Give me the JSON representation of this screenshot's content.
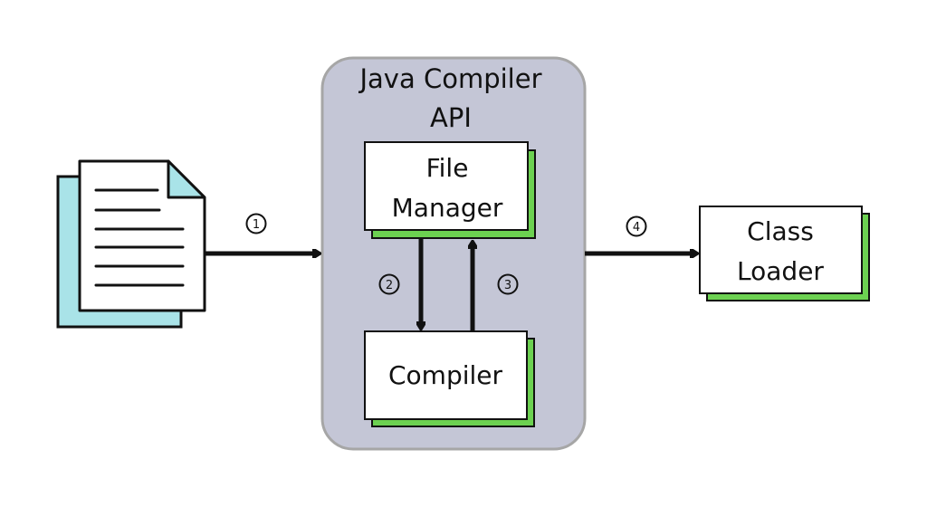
{
  "diagram": {
    "container": {
      "title_line1": "Java Compiler",
      "title_line2": "API"
    },
    "file_manager": {
      "line1": "File",
      "line2": "Manager"
    },
    "compiler": {
      "label": "Compiler"
    },
    "class_loader": {
      "line1": "Class",
      "line2": "Loader"
    },
    "steps": [
      "1",
      "2",
      "3",
      "4"
    ],
    "colors": {
      "container_fill": "#c4c6d6",
      "container_stroke": "#a6a6a6",
      "box_shadow": "#6cd151",
      "doc_back": "#a9e3e8",
      "doc_fold": "#a9e3e8",
      "line": "#111111"
    }
  }
}
